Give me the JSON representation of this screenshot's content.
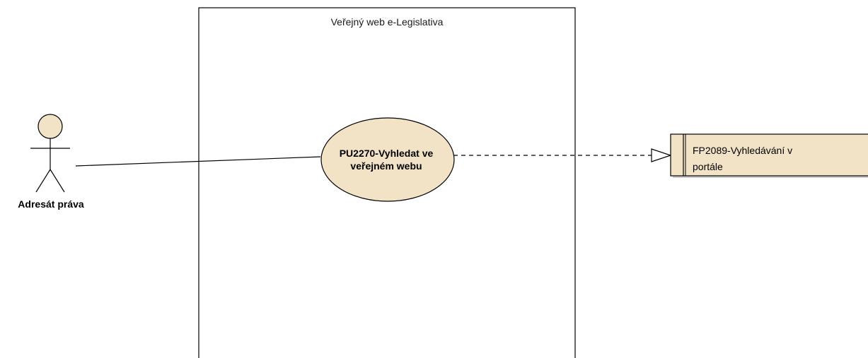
{
  "system_boundary": {
    "title": "Veřejný web e-Legislativa"
  },
  "actor": {
    "name": "Adresát práva",
    "icon": "stick-figure-actor-icon"
  },
  "use_case": {
    "label_line1": "PU2270-Vyhledat ve",
    "label_line2": "veřejném webu"
  },
  "component": {
    "label_line1": "FP2089-Vyhledávání v",
    "label_line2": "portále"
  },
  "colors": {
    "fill": "#f2e3c7",
    "stroke": "#000000",
    "boundary_stroke": "#000000"
  }
}
